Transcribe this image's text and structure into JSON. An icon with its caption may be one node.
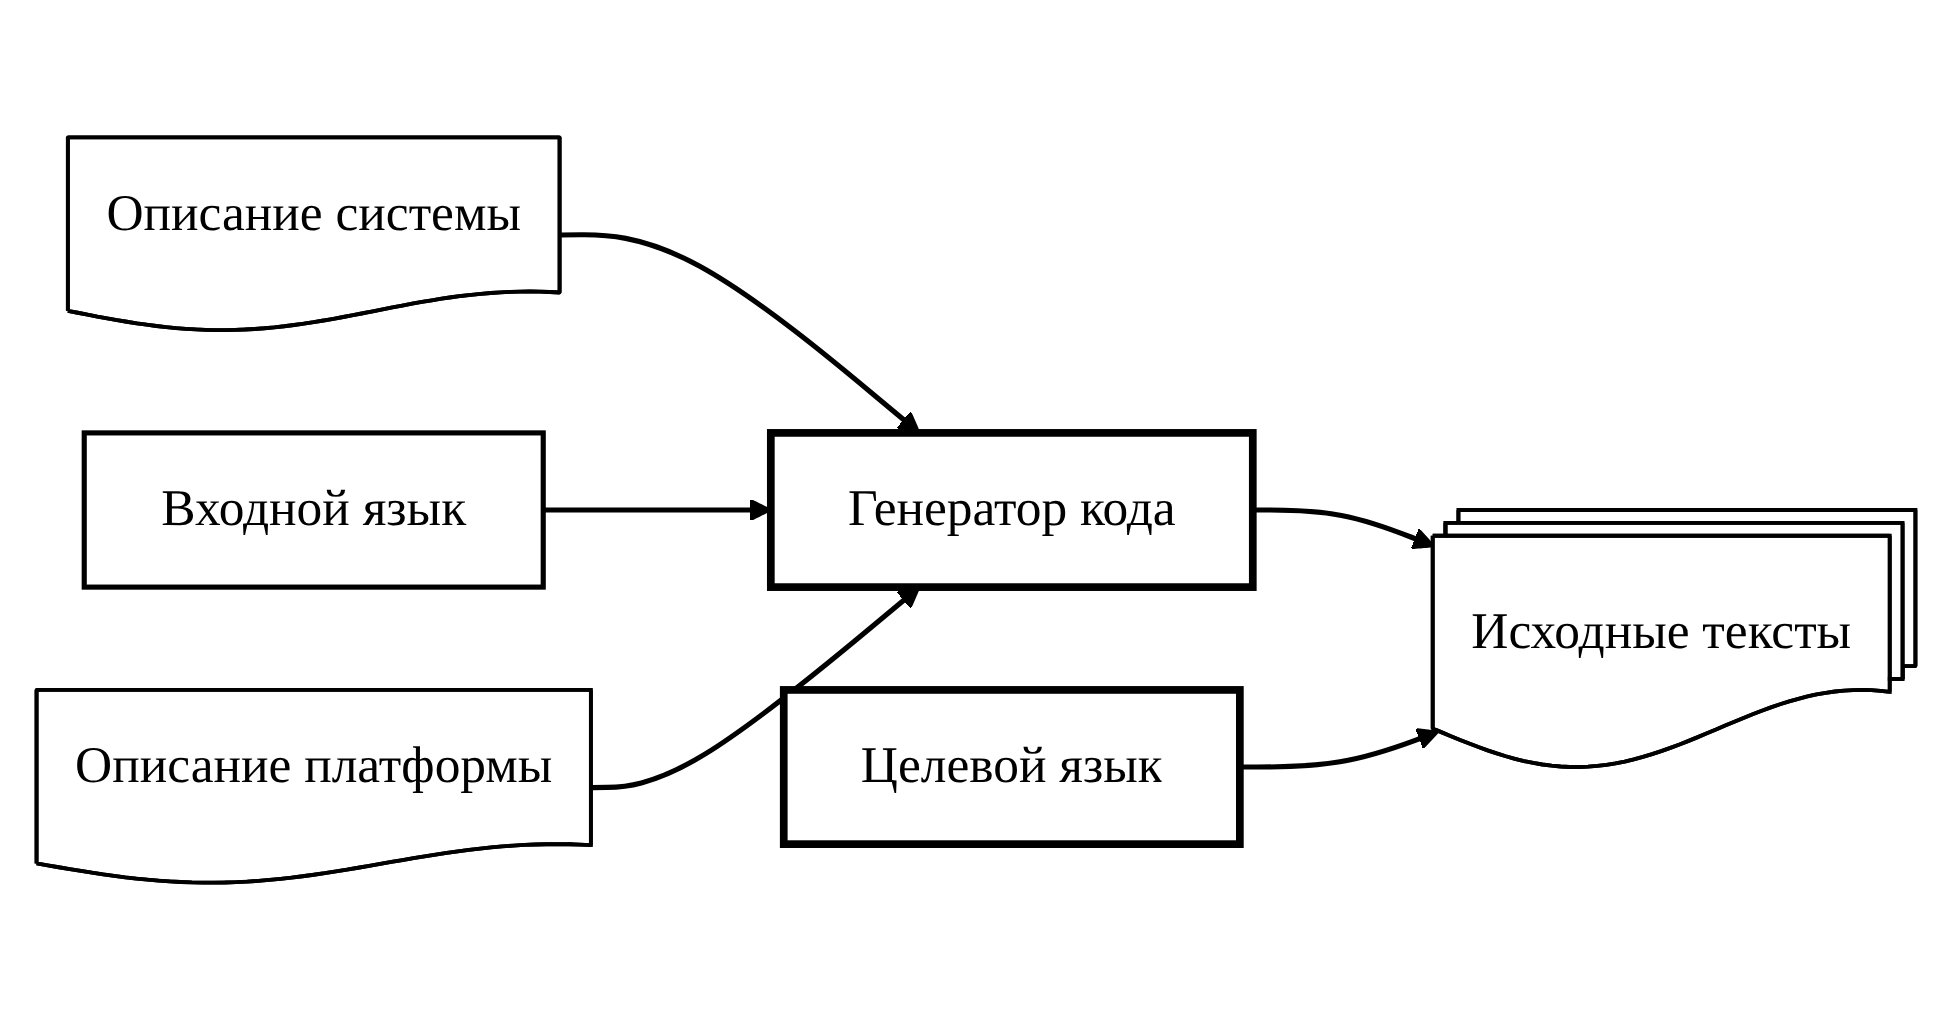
{
  "diagram": {
    "nodes": [
      {
        "text": [
          "Описание системы"
        ]
      },
      {
        "text": [
          "Входной язык"
        ]
      },
      {
        "text": [
          "Описание платформы"
        ]
      },
      {
        "text": [
          "Генератор кода"
        ]
      },
      {
        "text": [
          "Целевой язык"
        ]
      },
      {
        "text": [
          "Исходные тексты"
        ]
      }
    ],
    "edges": [
      {
        "from": 0,
        "to": 3,
        "arrow": "to"
      },
      {
        "from": 1,
        "to": 3,
        "arrow": "to"
      },
      {
        "from": 2,
        "to": 3,
        "arrow": "to"
      },
      {
        "from": 3,
        "to": 5,
        "arrow": "to"
      },
      {
        "from": 4,
        "to": 5,
        "arrow": "to"
      }
    ]
  }
}
